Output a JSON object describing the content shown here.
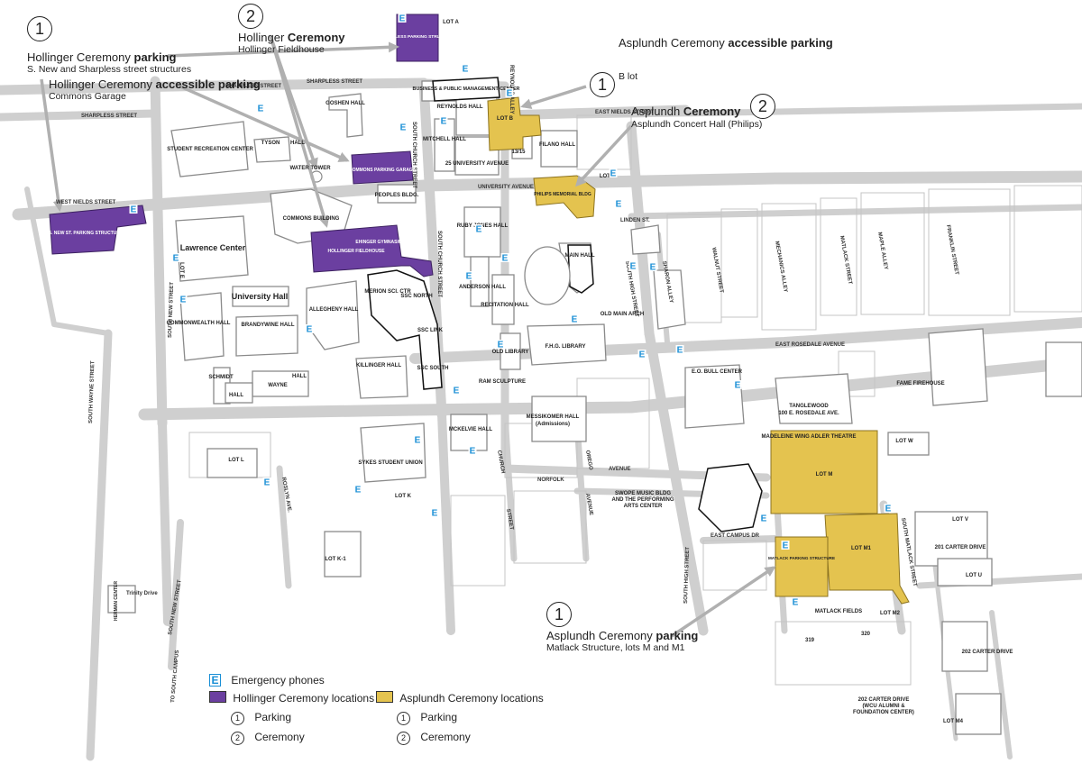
{
  "colors": {
    "hollinger": "#6b3fa0",
    "asplundh": "#e4c34f",
    "emergency": "#1a8fd6",
    "road": "#d9d9d9",
    "road_edge": "#b5b5b5",
    "building": "#ffffff",
    "building_edge": "#8c8c8c",
    "arrow": "#b0b0b0"
  },
  "callouts": {
    "hollinger_parking": {
      "num": "1",
      "title_plain": "Hollinger Ceremony ",
      "title_bold": "parking",
      "sub": "S. New and Sharpless street structures"
    },
    "hollinger_accessible": {
      "title_plain": "Hollinger Ceremony ",
      "title_bold": "accessible parking",
      "sub": "Commons Garage"
    },
    "hollinger_ceremony": {
      "num": "2",
      "title_plain": "Hollinger ",
      "title_bold": "Ceremony",
      "sub": "Hollinger Fieldhouse"
    },
    "asplundh_accessible": {
      "num": "1",
      "title_plain": "Asplundh Ceremony ",
      "title_bold": "accessible parking",
      "sub": "B lot"
    },
    "asplundh_ceremony": {
      "num": "2",
      "title_plain": "Asplundh ",
      "title_bold": "Ceremony",
      "sub": "Asplundh Concert Hall (Philips)"
    },
    "asplundh_parking": {
      "num": "1",
      "title_plain": "Asplundh Ceremony ",
      "title_bold": "parking",
      "sub": "Matlack Structure, lots M and M1"
    }
  },
  "legend": {
    "emergency_label": "Emergency phones",
    "emergency_glyph": "E",
    "hollinger_label": "Hollinger Ceremony locations",
    "asplundh_label": "Asplundh Ceremony locations",
    "parking_label": "Parking",
    "ceremony_label": "Ceremony",
    "num1": "1",
    "num2": "2"
  },
  "streets": {
    "sharpless_1": "SHARPLESS STREET",
    "sharpless_2": "SHARPLESS STREET",
    "sharpless_3": "SHARPLESS STREET",
    "west_nields": "WEST NIELDS STREET",
    "east_nields": "EAST NIELDS STREET",
    "university_ave": "UNIVERSITY AVENUE",
    "linden": "LINDEN ST.",
    "east_rosedale": "EAST ROSEDALE AVENUE",
    "south_new": "SOUTH NEW STREET",
    "south_new_2": "SOUTH NEW STREET",
    "south_wayne": "SOUTH WAYNE STREET",
    "south_church": "SOUTH CHURCH STREET",
    "south_church_2": "SOUTH CHURCH STREET",
    "south_high": "SOUTH HIGH STREET",
    "south_high_2": "SOUTH HIGH STREET",
    "south_matlack": "SOUTH MATLACK STREET",
    "sharon_alley": "SHARON ALLEY",
    "walnut": "WALNUT STREET",
    "mechanics_alley": "MECHANICS ALLEY",
    "matlack": "MATLACK STREET",
    "maple_alley": "MAPLE ALLEY",
    "franklin": "FRANKLIN STREET",
    "reynolds_alley": "REYNOLDS ALLEY",
    "norfolk": "NORFOLK",
    "avenue": "AVENUE",
    "church": "CHURCH",
    "oreigo": "OREGO",
    "avenue_2": "AVENUE",
    "street": "STREET",
    "rosalyn": "ROSLYN AVE.",
    "east_campus_dr": "EAST CAMPUS DR",
    "trinity": "Trinity Drive",
    "to_south_campus": "TO SOUTH CAMPUS"
  },
  "buildings": {
    "lot_a": "LOT A",
    "sharpless_parking": "SHARPLESS PARKING STRUCTURE",
    "business": "BUSINESS & PUBLIC MANAGEMENT CENTER",
    "reynolds": "REYNOLDS HALL",
    "lot_b": "LOT B",
    "mitchell": "MITCHELL HALL",
    "univ25": "25 UNIVERSITY AVENUE",
    "n1315": "13/15",
    "filano": "FILANO HALL",
    "goshen": "GOSHEN HALL",
    "student_rec": "STUDENT RECREATION CENTER",
    "tyson": "TYSON",
    "hall": "HALL",
    "water_tower": "WATER TOWER",
    "commons_garage": "COMMONS PARKING GARAGE",
    "peoples": "PEOPLES BLDG.",
    "commons_bldg": "COMMONS BUILDING",
    "snew_parking": "S. NEW ST. PARKING STRUCTURE",
    "philips": "PHILIPS MEMORIAL BLDG",
    "lot_g": "LOT G",
    "ruby_jones": "RUBY JONES HALL",
    "lawrence": "Lawrence Center",
    "lot_e": "LOT E",
    "hollinger_fh": "HOLLINGER FIELDHOUSE",
    "ehinger": "EHINGER GYMNASIUM",
    "main_hall": "MAIN HALL",
    "university_hall": "University Hall",
    "anderson": "ANDERSON HALL",
    "recitation": "RECITATION HALL",
    "merion": "MERION SCI. CTR",
    "ssc_north": "SSC NORTH",
    "ssc_link": "SSC LINK",
    "ssc_south": "SSC SOUTH",
    "old_main_arch": "OLD MAIN ARCH",
    "commonwealth": "COMMONWEALTH HALL",
    "allegheny": "ALLEGHENY HALL",
    "brandywine": "BRANDYWINE HALL",
    "old_library": "OLD LIBRARY",
    "fhg_library": "F.H.G. LIBRARY",
    "killinger": "KILLINGER HALL",
    "ram_sculpture": "RAM SCULPTURE",
    "schmidt": "SCHMIDT",
    "wayne": "WAYNE",
    "eo_bull": "E.O. BULL CENTER",
    "tanglewood": "TANGLEWOOD",
    "tanglewood_addr": "100 E. ROSEDALE AVE.",
    "fame": "FAME FIREHOUSE",
    "mckelvie": "MCKELVIE HALL",
    "messikomer": "MESSIKOMER HALL",
    "admissions": "(Admissions)",
    "sykes": "SYKES STUDENT UNION",
    "lot_l": "LOT L",
    "lot_k": "LOT K",
    "madeleine": "MADELEINE WING ADLER THEATRE",
    "lot_m": "LOT M",
    "lot_w": "LOT W",
    "swope1": "SWOPE MUSIC BLDG",
    "swope2": "AND THE PERFORMING",
    "swope3": "ARTS CENTER",
    "lot_k1": "LOT K-1",
    "matlack_parking": "MATLACK PARKING STRUCTURE",
    "lot_m1": "LOT M1",
    "lot_v": "LOT V",
    "carter201": "201 CARTER DRIVE",
    "lot_u": "LOT U",
    "matlack_fields": "MATLACK FIELDS",
    "lot_m2": "LOT M2",
    "f319": "319",
    "f320": "320",
    "carter202": "202 CARTER DRIVE",
    "carter202b": "202 CARTER DRIVE",
    "alumni": "(WCU ALUMNI &",
    "foundation": "FOUNDATION CENTER)",
    "lot_m4": "LOT M4",
    "herman": "HERMAN CENTER"
  }
}
